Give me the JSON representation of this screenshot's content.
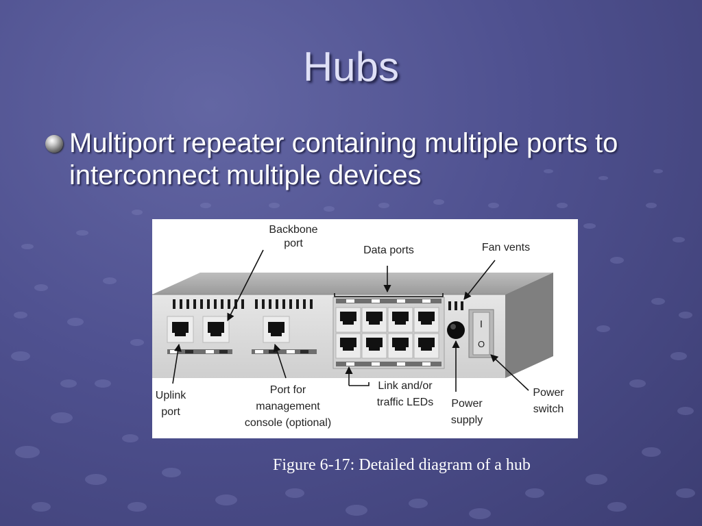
{
  "slide": {
    "title": "Hubs",
    "bullets": [
      {
        "text": "Multiport repeater containing multiple ports to interconnect multiple devices"
      }
    ],
    "caption": "Figure 6-17: Detailed diagram of a hub"
  },
  "diagram": {
    "labels": {
      "backbone_port": [
        "Backbone",
        "port"
      ],
      "data_ports": "Data ports",
      "fan_vents": "Fan vents",
      "uplink_port": [
        "Uplink",
        "port"
      ],
      "management_port": [
        "Port for",
        "management",
        "console (optional)"
      ],
      "link_leds": [
        "Link and/or",
        "traffic LEDs"
      ],
      "power_supply": [
        "Power",
        "supply"
      ],
      "power_switch": [
        "Power",
        "switch"
      ]
    },
    "power_switch_marks": {
      "on": "I",
      "off": "O"
    }
  }
}
